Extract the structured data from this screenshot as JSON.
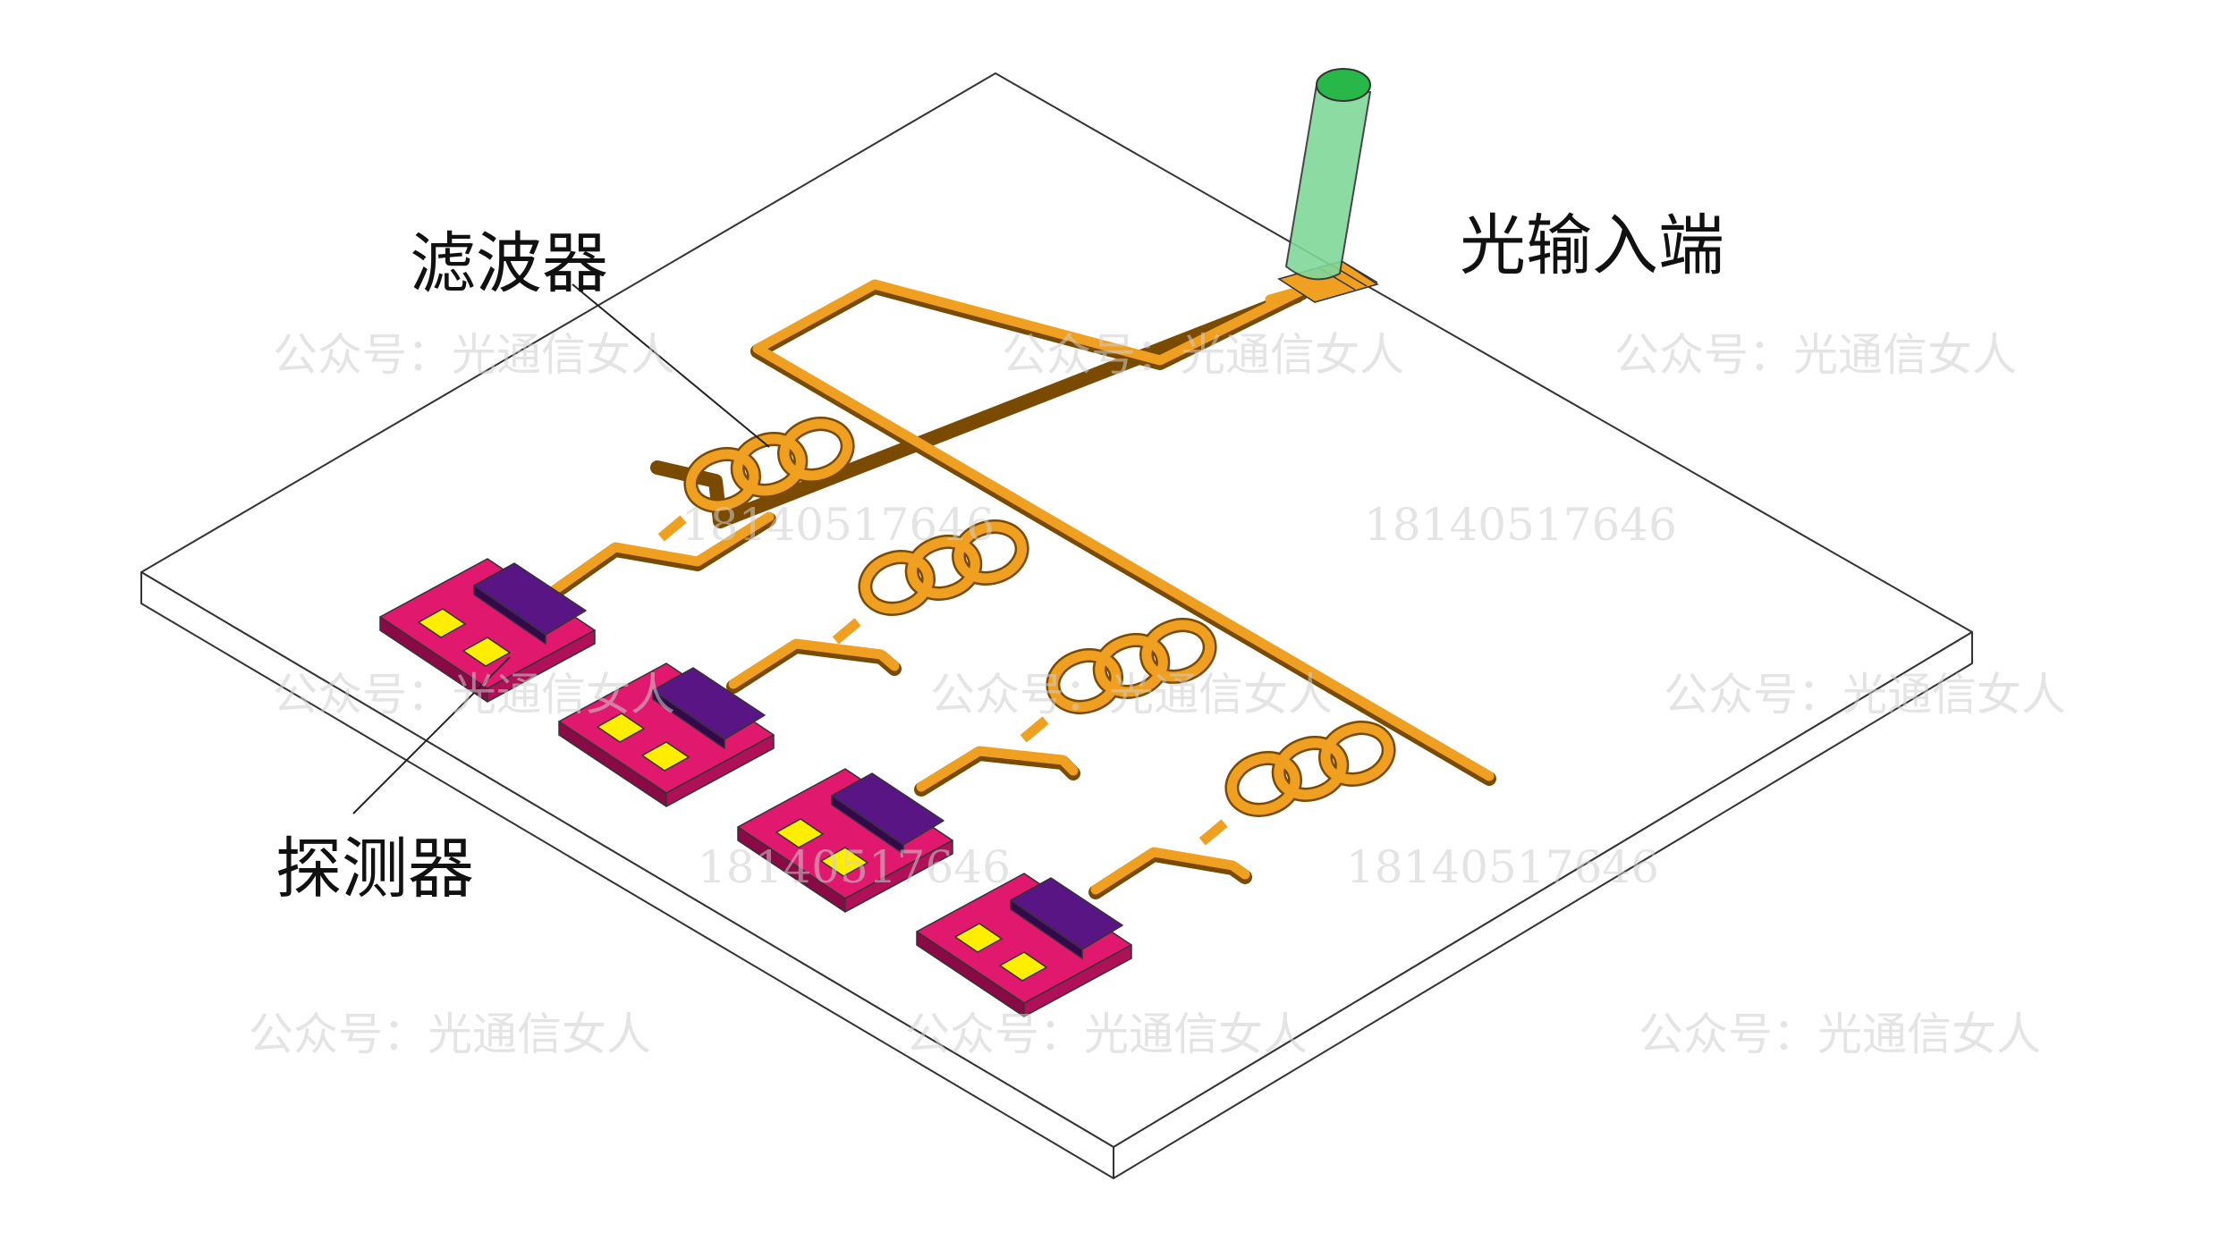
{
  "labels": {
    "filter": "滤波器",
    "input": "光输入端",
    "detector": "探测器"
  },
  "watermarks": {
    "account": "公众号：光通信女人",
    "phone": "18140517646"
  },
  "colors": {
    "waveguide": "#f0a020",
    "waveguide_edge": "#7a4a00",
    "detector_base": "#e0196f",
    "detector_base_dark": "#8a0a45",
    "detector_block": "#5a1585",
    "detector_block_dark": "#33084d",
    "pad": "#ffee00",
    "fiber": "#7fd89a",
    "fiber_top": "#28b84a",
    "substrate_edge": "#333333"
  },
  "icons": {
    "fiber": "optical-fiber-icon",
    "detector": "photodetector-chip-icon",
    "filter": "ring-resonator-icon"
  }
}
